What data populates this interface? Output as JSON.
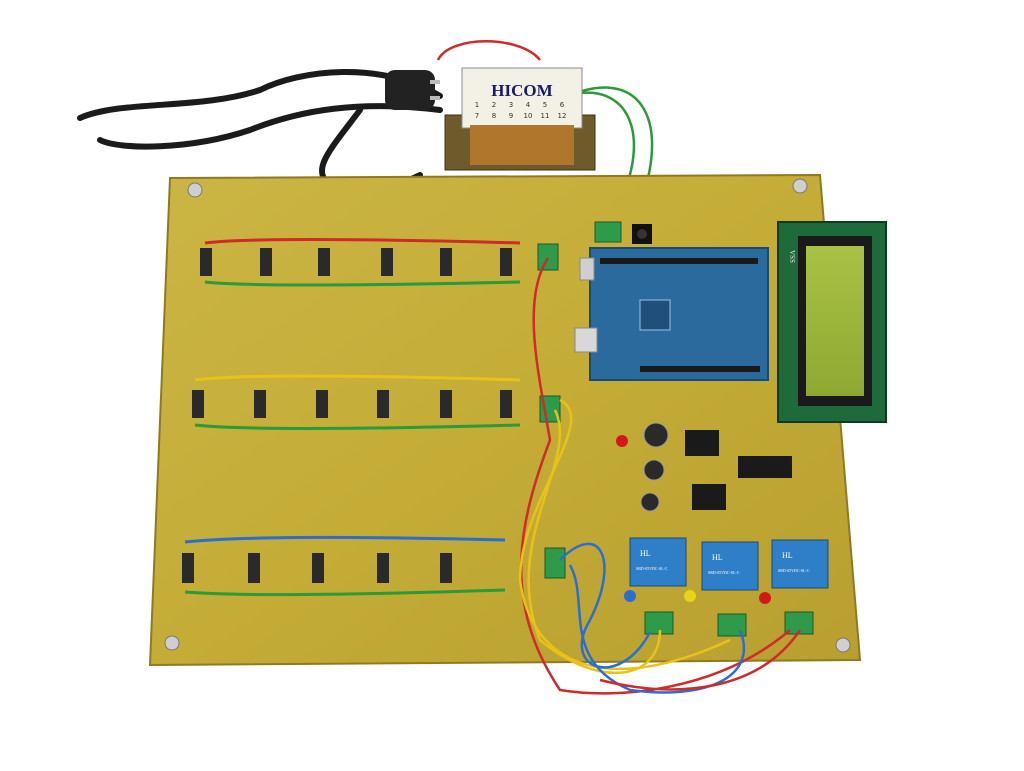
{
  "transformer": {
    "brand": "HICOM",
    "pins_top": [
      "1",
      "2",
      "3",
      "4",
      "5",
      "6"
    ],
    "pins_bottom": [
      "7",
      "8",
      "9",
      "10",
      "11",
      "12"
    ]
  },
  "lcd": {
    "side_label": "VSS"
  },
  "relays": [
    {
      "brand": "HL",
      "model": "SRD-05VDC-SL-C"
    },
    {
      "brand": "HL",
      "model": "SRD-05VDC-SL-C"
    },
    {
      "brand": "HL",
      "model": "SRD-05VDC-SL-C"
    }
  ],
  "colors": {
    "board": "#c7b23b",
    "arduino": "#2a6a9c",
    "lcd_screen": "#9fb83a",
    "relay": "#2f7fc8",
    "wire_red": "#d02a2a",
    "wire_green": "#2a9a3a",
    "wire_yellow": "#e8c21a",
    "wire_blue": "#2a6ed0"
  }
}
